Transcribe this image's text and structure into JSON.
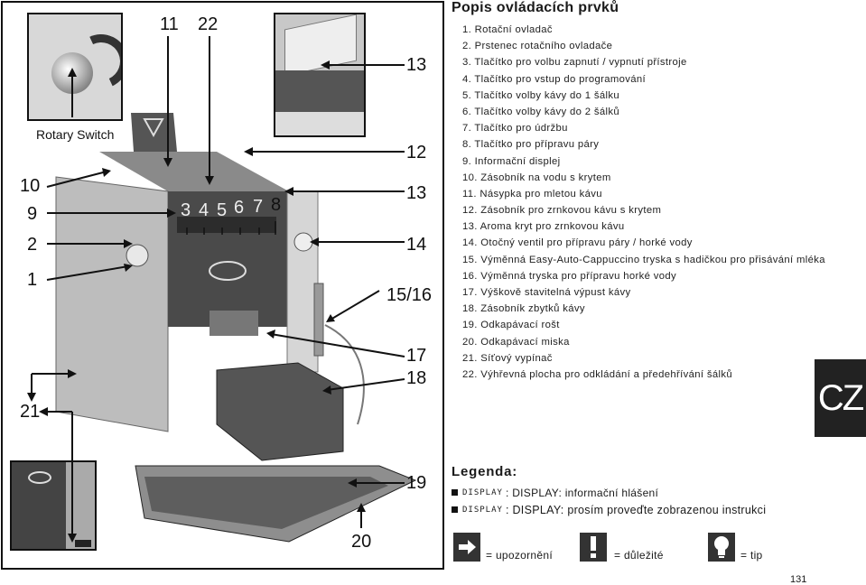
{
  "callouts": {
    "c11": "11",
    "c22": "22",
    "c13a": "13",
    "rotary": "Rotary Switch",
    "c12": "12",
    "c10": "10",
    "c13b": "13",
    "c9": "9",
    "c3": "3",
    "c4": "4",
    "c5": "5",
    "c6": "6",
    "c7": "7",
    "c8": "8",
    "c2": "2",
    "c14": "14",
    "c1": "1",
    "c1516": "15/16",
    "c17": "17",
    "c18": "18",
    "c21": "21",
    "c19": "19",
    "c20": "20"
  },
  "description": {
    "title": "Popis ovládacích prvků",
    "items": [
      "1. Rotační ovladač",
      "2. Prstenec rotačního ovladače",
      "3. Tlačítko pro volbu zapnutí / vypnutí přístroje",
      "4. Tlačítko pro vstup do programování",
      "5. Tlačítko volby kávy do 1 šálku",
      "6. Tlačítko volby kávy do 2 šálků",
      "7. Tlačítko pro údržbu",
      "8. Tlačítko pro přípravu páry",
      "9. Informační displej",
      "10. Zásobník na vodu s krytem",
      "11. Násypka pro mletou kávu",
      "12. Zásobník pro zrnkovou kávu s krytem",
      "13. Aroma kryt pro zrnkovou kávu",
      "14. Otočný ventil pro přípravu páry / horké vody",
      "15. Výměnná Easy-Auto-Cappuccino tryska s hadičkou pro přisávání mléka",
      "16. Výměnná tryska pro přípravu horké vody",
      "17. Výškově stavitelná výpust kávy",
      "18. Zásobník zbytků kávy",
      "19. Odkapávací rošt",
      "20. Odkapávací miska",
      "21. Síťový vypínač",
      "22. Výhřevná plocha pro odkládání a předehřívání šálků"
    ]
  },
  "cz_tab": "CZ",
  "legend": {
    "title": "Legenda:",
    "rows": [
      {
        "display": "DISPLAY",
        "text": ": DISPLAY: informační hlášení"
      },
      {
        "display": "DISPLAY",
        "text": ": DISPLAY: prosím proveďte zobrazenou  instrukci"
      }
    ],
    "symbols": [
      {
        "icon": "arrow-right-icon",
        "label": "= upozornění"
      },
      {
        "icon": "exclamation-icon",
        "label": "= důležité"
      },
      {
        "icon": "lightbulb-icon",
        "label": "= tip"
      }
    ]
  },
  "page_number": "131",
  "colors": {
    "ink": "#111111",
    "tab": "#222222",
    "machine_dark": "#4a4a4a",
    "machine_light": "#c9c9c9"
  }
}
